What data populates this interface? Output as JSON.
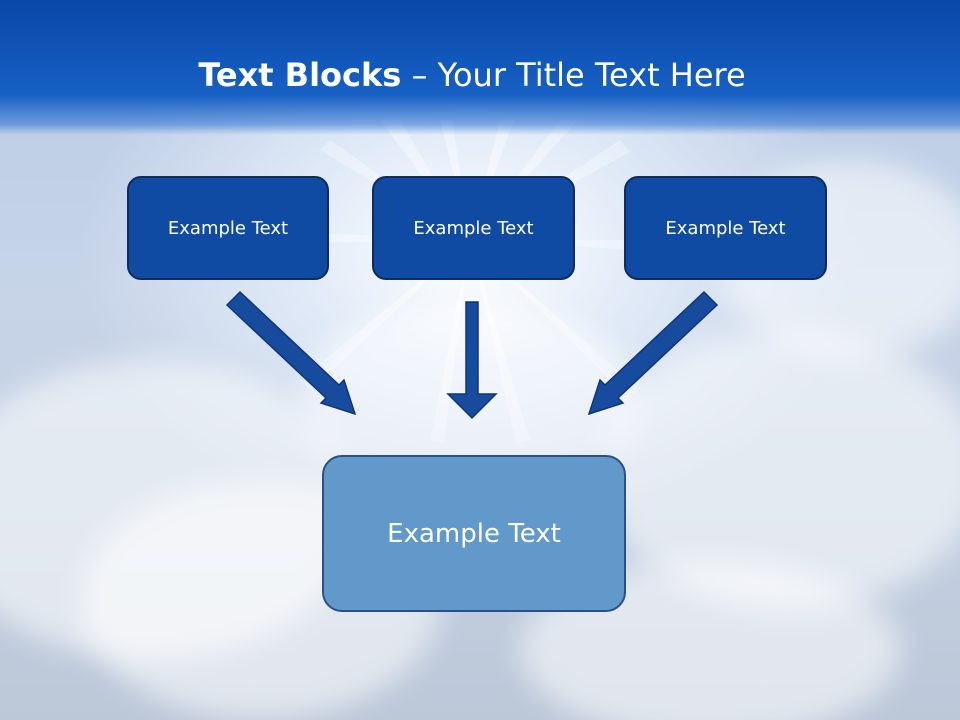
{
  "title": {
    "bold": "Text Blocks",
    "dash": " – ",
    "rest": "Your Title Text Here"
  },
  "blocks": {
    "top_left": "Example Text",
    "top_middle": "Example Text",
    "top_right": "Example Text",
    "bottom": "Example Text"
  },
  "colors": {
    "title_band": "#0a47a8",
    "small_box": "#0f4aa3",
    "big_box": "#6299cb",
    "arrow": "#174b9e",
    "box_border": "#102b5c"
  }
}
